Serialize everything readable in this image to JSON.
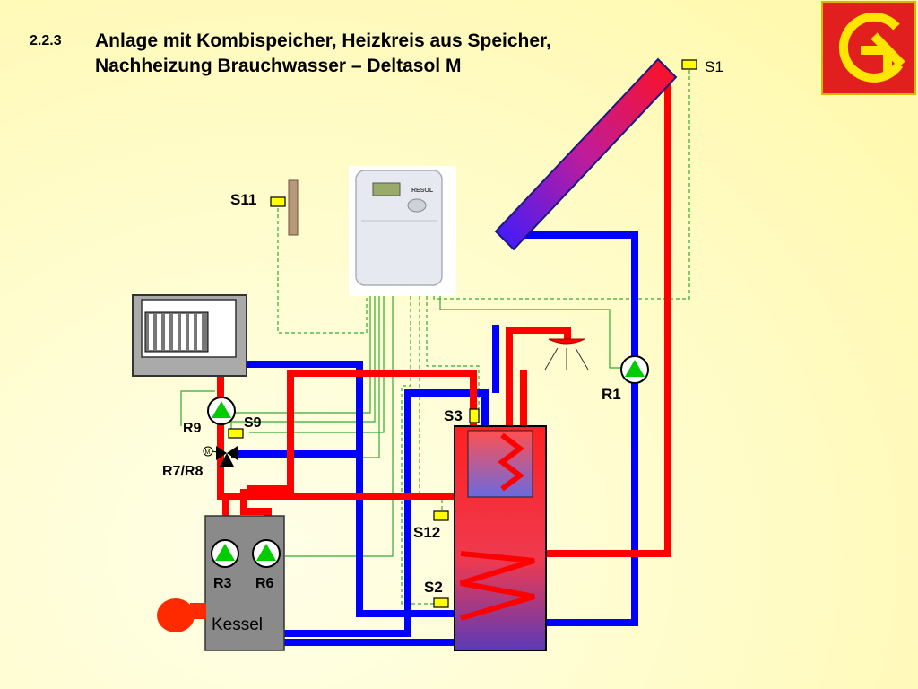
{
  "slide": {
    "number": "2.2.3",
    "title_line1": "Anlage mit Kombispeicher, Heizkreis aus Speicher,",
    "title_line2": "Nachheizung Brauchwasser – Deltasol M"
  },
  "labels": {
    "s1": "S1",
    "s11": "S11",
    "s9": "S9",
    "s3": "S3",
    "s12": "S12",
    "s2": "S2",
    "r1": "R1",
    "r9": "R9",
    "r78": "R7/R8",
    "r3": "R3",
    "r6": "R6",
    "kessel": "Kessel",
    "motor": "M"
  },
  "controller": {
    "brand": "RESOL"
  },
  "colors": {
    "hot": "#ff0000",
    "cold": "#0000ff",
    "sensor": "#ffff00",
    "pump": "#00cc00",
    "logo_bg": "#e11f1f",
    "logo_fg": "#ffe600",
    "sensor_wire": "#33aa33"
  }
}
